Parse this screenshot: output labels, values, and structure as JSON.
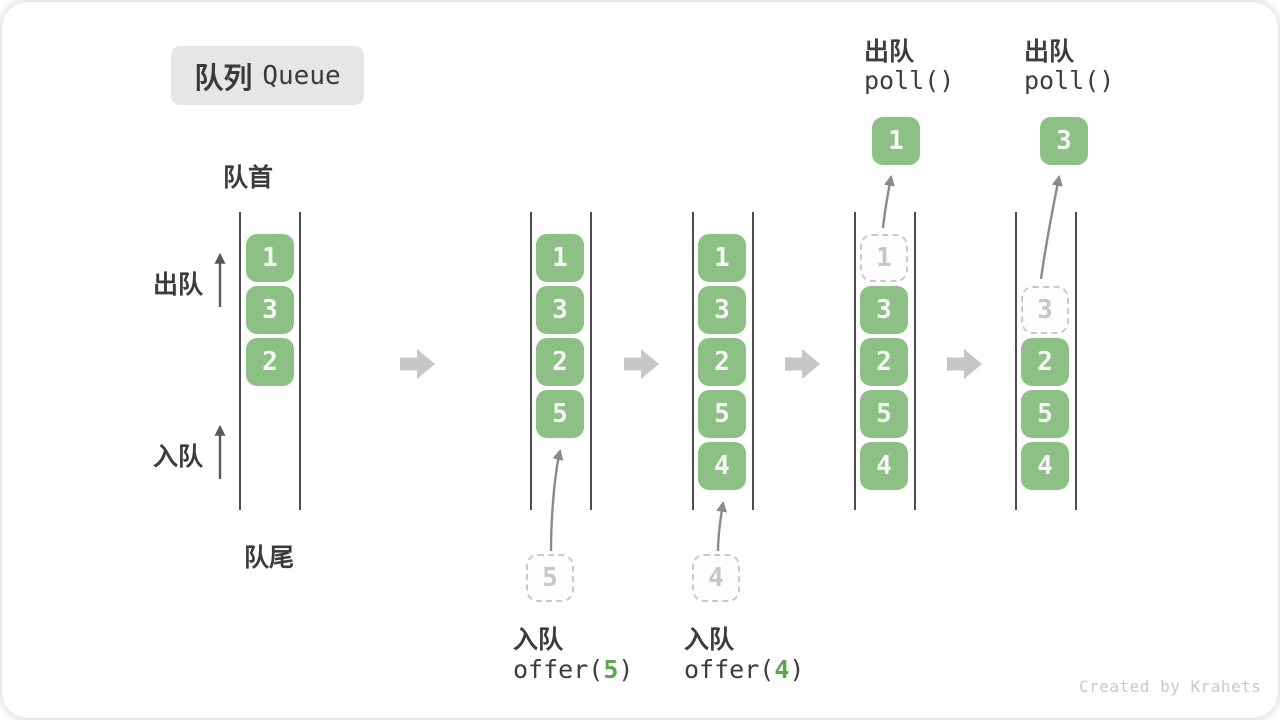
{
  "title": {
    "zh": "队列",
    "en": "Queue"
  },
  "labels": {
    "front": "队首",
    "rear": "队尾",
    "dequeue": "出队",
    "enqueue": "入队"
  },
  "columns": [
    {
      "cells": [
        "1",
        "3",
        "2"
      ]
    },
    {
      "cells": [
        "1",
        "3",
        "2",
        "5"
      ],
      "incoming": "5"
    },
    {
      "cells": [
        "1",
        "3",
        "2",
        "5",
        "4"
      ],
      "incoming": "4"
    },
    {
      "cells": [
        "3",
        "2",
        "5",
        "4"
      ],
      "ghost": "1",
      "popped": "1"
    },
    {
      "cells": [
        "2",
        "5",
        "4"
      ],
      "ghost": "3",
      "popped": "3"
    }
  ],
  "operations": {
    "enqueue5": {
      "action": "入队",
      "fn_open": "offer(",
      "arg": "5",
      "fn_close": ")"
    },
    "enqueue4": {
      "action": "入队",
      "fn_open": "offer(",
      "arg": "4",
      "fn_close": ")"
    },
    "dequeue1": {
      "action": "出队",
      "code": "poll()"
    },
    "dequeue2": {
      "action": "出队",
      "code": "poll()"
    }
  },
  "watermark": "Created by Krahets",
  "colors": {
    "cell_green": "#8dc085",
    "code_arg_green": "#5fa44e",
    "wall_gray": "#4d4d4d",
    "flow_arrow_gray": "#c6c6c6",
    "ghost_gray": "#c9c9c9",
    "title_box_bg": "#e6e6e6",
    "text_dark": "#3c3c3c"
  }
}
